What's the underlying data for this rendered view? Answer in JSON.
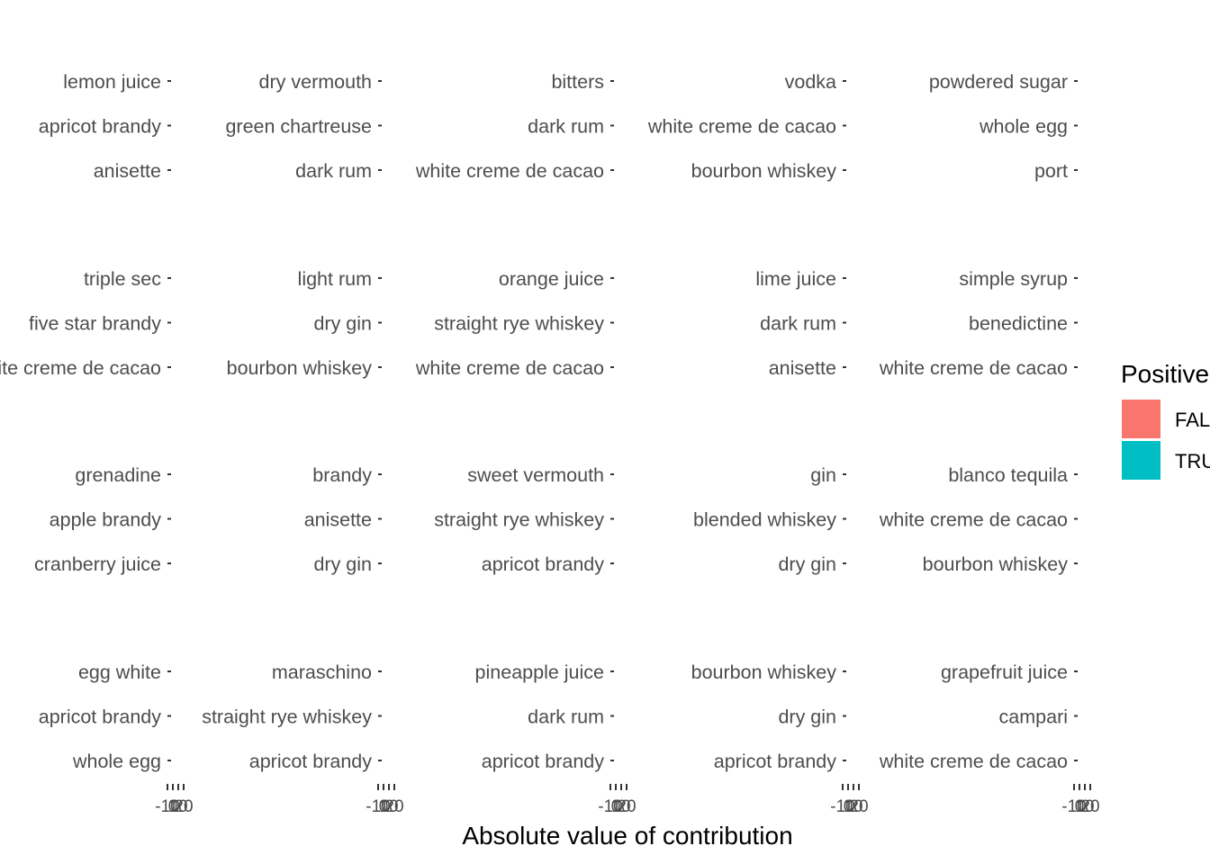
{
  "chart_data": {
    "type": "bar",
    "orientation": "horizontal",
    "facets": true,
    "xlabel": "Absolute value of contribution",
    "ylabel": "",
    "x_tick_labels": [
      "-10",
      "0",
      "10",
      "20"
    ],
    "xlim": [
      -10,
      20
    ],
    "grid": false,
    "legend": {
      "title": "Positive",
      "position": "right",
      "entries": [
        {
          "label": "FALSE",
          "color": "#F8766D"
        },
        {
          "label": "TRUE",
          "color": "#00BFC4"
        }
      ]
    },
    "panels": [
      {
        "labels": [
          "lemon juice",
          "apricot brandy",
          "anisette"
        ],
        "values": [
          0,
          0,
          0
        ]
      },
      {
        "labels": [
          "dry vermouth",
          "green chartreuse",
          "dark rum"
        ],
        "values": [
          0,
          0,
          0
        ]
      },
      {
        "labels": [
          "bitters",
          "dark rum",
          "white creme de cacao"
        ],
        "values": [
          0,
          0,
          0
        ]
      },
      {
        "labels": [
          "vodka",
          "white creme de cacao",
          "bourbon whiskey"
        ],
        "values": [
          0,
          0,
          0
        ]
      },
      {
        "labels": [
          "powdered sugar",
          "whole egg",
          "port"
        ],
        "values": [
          0,
          0,
          0
        ]
      },
      {
        "labels": [
          "triple sec",
          "five star brandy",
          "white creme de cacao"
        ],
        "values": [
          0,
          0,
          0
        ]
      },
      {
        "labels": [
          "light rum",
          "dry gin",
          "bourbon whiskey"
        ],
        "values": [
          0,
          0,
          0
        ]
      },
      {
        "labels": [
          "orange juice",
          "straight rye whiskey",
          "white creme de cacao"
        ],
        "values": [
          0,
          0,
          0
        ]
      },
      {
        "labels": [
          "lime juice",
          "dark rum",
          "anisette"
        ],
        "values": [
          0,
          0,
          0
        ]
      },
      {
        "labels": [
          "simple syrup",
          "benedictine",
          "white creme de cacao"
        ],
        "values": [
          0,
          0,
          0
        ]
      },
      {
        "labels": [
          "grenadine",
          "apple brandy",
          "cranberry juice"
        ],
        "values": [
          0,
          0,
          0
        ]
      },
      {
        "labels": [
          "brandy",
          "anisette",
          "dry gin"
        ],
        "values": [
          0,
          0,
          0
        ]
      },
      {
        "labels": [
          "sweet vermouth",
          "straight rye whiskey",
          "apricot brandy"
        ],
        "values": [
          0,
          0,
          0
        ]
      },
      {
        "labels": [
          "gin",
          "blended whiskey",
          "dry gin"
        ],
        "values": [
          0,
          0,
          0
        ]
      },
      {
        "labels": [
          "blanco tequila",
          "white creme de cacao",
          "bourbon whiskey"
        ],
        "values": [
          0,
          0,
          0
        ]
      },
      {
        "labels": [
          "egg white",
          "apricot brandy",
          "whole egg"
        ],
        "values": [
          0,
          0,
          0
        ]
      },
      {
        "labels": [
          "maraschino",
          "straight rye whiskey",
          "apricot brandy"
        ],
        "values": [
          0,
          0,
          0
        ]
      },
      {
        "labels": [
          "pineapple juice",
          "dark rum",
          "apricot brandy"
        ],
        "values": [
          0,
          0,
          0
        ]
      },
      {
        "labels": [
          "bourbon whiskey",
          "dry gin",
          "apricot brandy"
        ],
        "values": [
          0,
          0,
          0
        ]
      },
      {
        "labels": [
          "grapefruit juice",
          "campari",
          "white creme de cacao"
        ],
        "values": [
          0,
          0,
          0
        ]
      }
    ]
  }
}
